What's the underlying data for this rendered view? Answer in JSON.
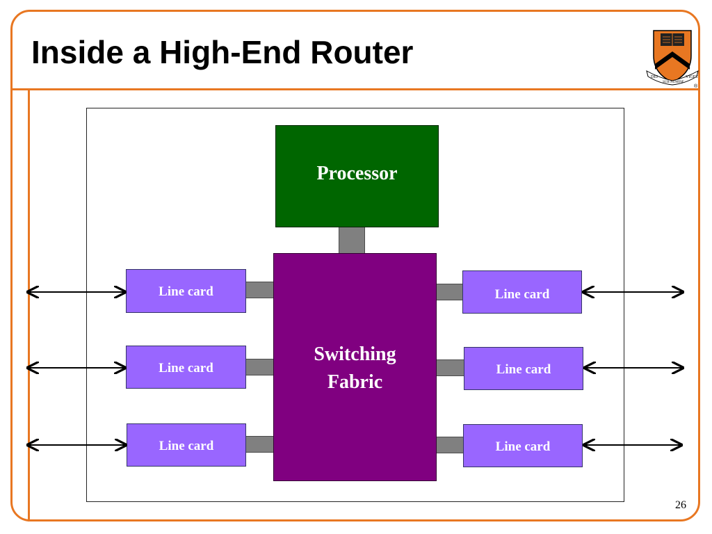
{
  "slide": {
    "title": "Inside a High-End Router",
    "page_number": "26"
  },
  "logo": {
    "banner_left": "DEI",
    "banner_middle": "SUB NUMINE",
    "banner_right": "VIGET",
    "registered": "®",
    "colors": {
      "shield": "#e87722",
      "chevron": "#000000"
    }
  },
  "diagram": {
    "processor_label": "Processor",
    "fabric_line1": "Switching",
    "fabric_line2": "Fabric",
    "left_cards": [
      "Line card",
      "Line card",
      "Line card"
    ],
    "right_cards": [
      "Line card",
      "Line card",
      "Line card"
    ],
    "colors": {
      "processor": "#006600",
      "fabric": "#800080",
      "line_card": "#9966ff",
      "connector": "#808080",
      "accent": "#e87722"
    }
  }
}
